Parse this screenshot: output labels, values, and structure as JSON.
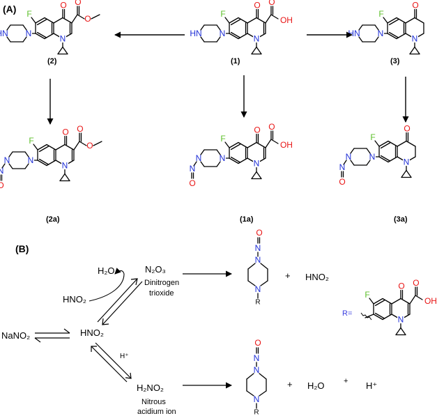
{
  "panel_a_label": "(A)",
  "panel_b_label": "(B)",
  "atoms": {
    "F": "F",
    "O": "O",
    "N": "N",
    "H": "H",
    "OH": "OH",
    "HN": "HN",
    "R": "R"
  },
  "compounds": {
    "c1": "(1)",
    "c2": "(2)",
    "c3": "(3)",
    "c1a": "(1a)",
    "c2a": "(2a)",
    "c3a": "(3a)"
  },
  "panel_b": {
    "h2o_top": "H₂O",
    "n2o3_formula": "N₂O₃",
    "n2o3_name_line1": "Dinitrogen",
    "n2o3_name_line2": "trioxide",
    "hno2_consumed": "HNO₂",
    "nano2": "NaNO₂",
    "hno2_center": "HNO₂",
    "h_plus_left": "H⁺",
    "h2no2_formula": "H₂NO₂",
    "h2no2_name_line1": "Nitrous",
    "h2no2_name_line2": "acidium ion",
    "plus": "+",
    "hno2_product": "HNO₂",
    "h2o_product": "H₂O",
    "h_plus_product": "H⁺",
    "r_label": "R="
  },
  "colors": {
    "bond": "#000000",
    "fluorine": "#5cbf2a",
    "oxygen": "#e81414",
    "nitrogen": "#1f2fd6",
    "r_label": "#3b3fe0"
  }
}
